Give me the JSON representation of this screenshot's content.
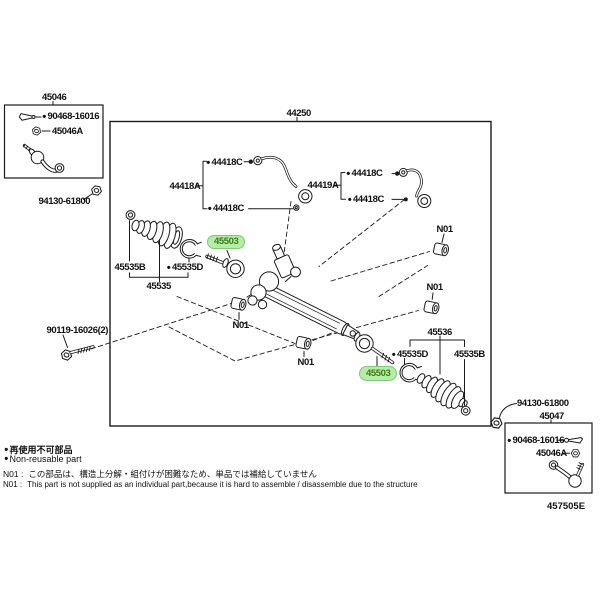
{
  "marker": "●",
  "colors": {
    "line": "#1b1b1b",
    "highlight_bg": "#b5eda8",
    "highlight_text": "#3c7a14"
  },
  "assembly": {
    "title": "44250"
  },
  "boxes": {
    "top_left": {
      "title": "45046",
      "clip": "90468-16016",
      "nut": "45046A",
      "outer_nut": "94130-61800"
    },
    "bottom_right": {
      "title": "45047",
      "clip": "90468-16016",
      "nut": "45046A",
      "outer_nut": "94130-61800"
    }
  },
  "parts": {
    "pipe_left_group": "44418A",
    "pipe_left_top": "44418C",
    "pipe_left_bottom": "44418C",
    "pipe_right_group": "44419A",
    "pipe_right_top": "44418C",
    "pipe_right_bottom": "44418C",
    "tie_rod_inner_left": "45503",
    "tie_rod_inner_right": "45503",
    "boot_left_band": "45535B",
    "boot_left_clamp": "45535D",
    "boot_left": "45535",
    "boot_right": "45536",
    "boot_right_clamp": "45535D",
    "boot_right_band": "45535B",
    "mount_bolt": "90119-16026(2)",
    "not_supplied": "N01"
  },
  "legend": {
    "jp_nonreusable": "再使用不可部品",
    "en_nonreusable": "Non-reusable part",
    "note_code": "N01 :",
    "jp_note": "この部品は、構造上分解・組付けが困難なため、単品では補給していません",
    "en_note": "This part is not supplied as an individual part,because it is hard to assemble / disassemble due to the structure"
  },
  "doc_code": "457505E"
}
